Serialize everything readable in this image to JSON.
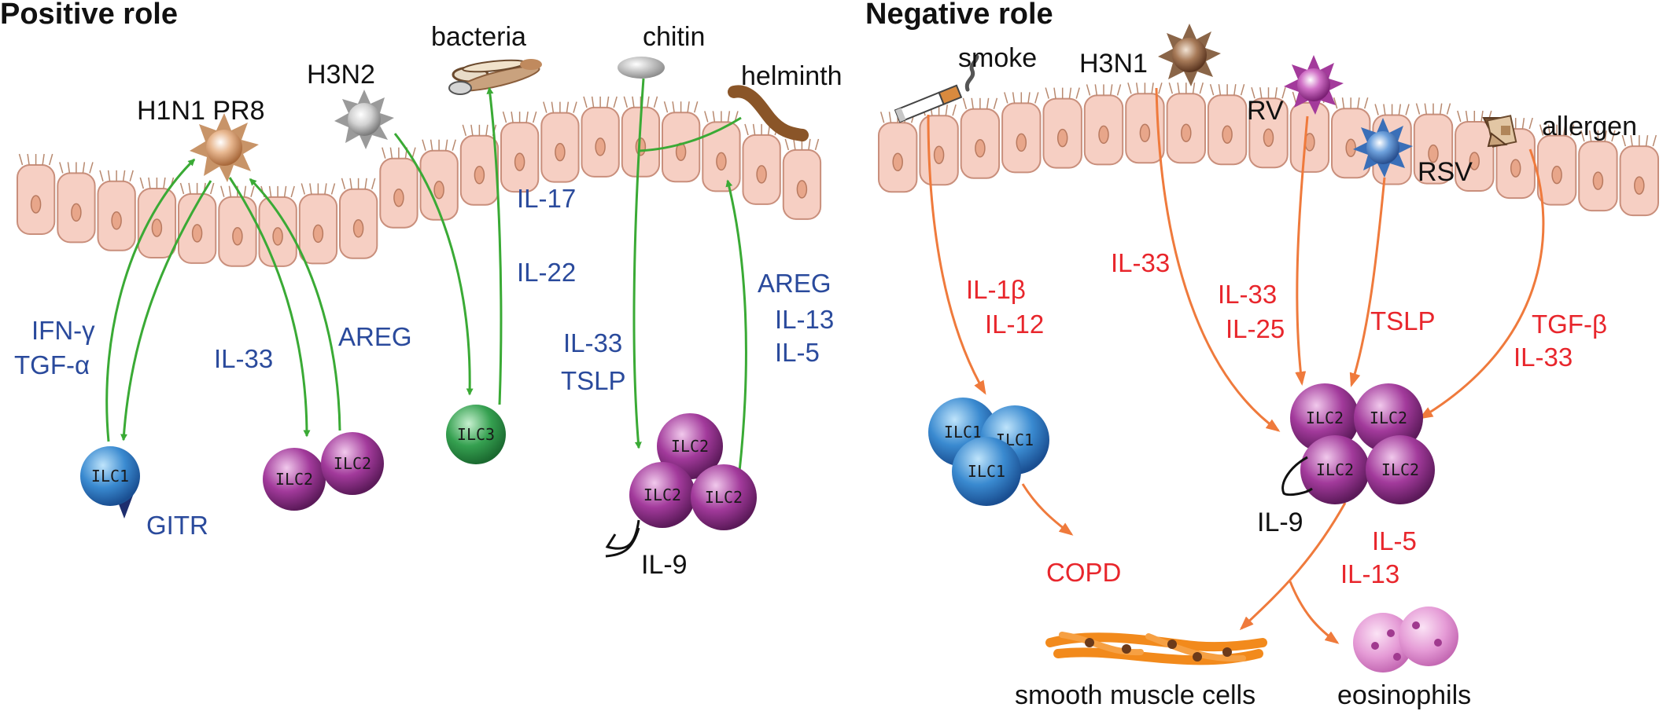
{
  "headings": {
    "positive": "Positive role",
    "negative": "Negative role"
  },
  "stimuli": {
    "h1n1_pr8": "H1N1 PR8",
    "h3n2": "H3N2",
    "bacteria": "bacteria",
    "chitin": "chitin",
    "helminth": "helminth",
    "smoke": "smoke",
    "h3n1": "H3N1",
    "rv": "RV",
    "rsv": "RSV",
    "allergen": "allergen"
  },
  "cells": {
    "ilc1": "ILC1",
    "ilc2": "ILC2",
    "ilc3": "ILC3"
  },
  "positive_labels": {
    "ifn_gamma": "IFN-γ",
    "tgf_alpha": "TGF-α",
    "gitr": "GITR",
    "il33_a": "IL-33",
    "areg_a": "AREG",
    "il17": "IL-17",
    "il22": "IL-22",
    "il33_b": "IL-33",
    "tslp_a": "TSLP",
    "areg_b": "AREG",
    "il13_a": "IL-13",
    "il5_a": "IL-5",
    "il9_a": "IL-9"
  },
  "negative_labels": {
    "il1b": "IL-1β",
    "il12": "IL-12",
    "il33_c": "IL-33",
    "il33_d": "IL-33",
    "il25": "IL-25",
    "tslp_b": "TSLP",
    "tgf_beta": "TGF-β",
    "il33_e": "IL-33",
    "il9_b": "IL-9",
    "il5_b": "IL-5",
    "il13_b": "IL-13"
  },
  "outcomes": {
    "copd": "COPD",
    "smooth_muscle": "smooth muscle cells",
    "eosinophils": "eosinophils"
  },
  "colors": {
    "positive_arrow": "#3aaa35",
    "negative_arrow": "#ef7a3c",
    "positive_text": "#2a4a9c",
    "negative_text": "#e8262c",
    "epithelium": "#f6cfc3",
    "ilc1": "#2a7fc4",
    "ilc2": "#9b2f93",
    "ilc3": "#2f9b4a"
  }
}
